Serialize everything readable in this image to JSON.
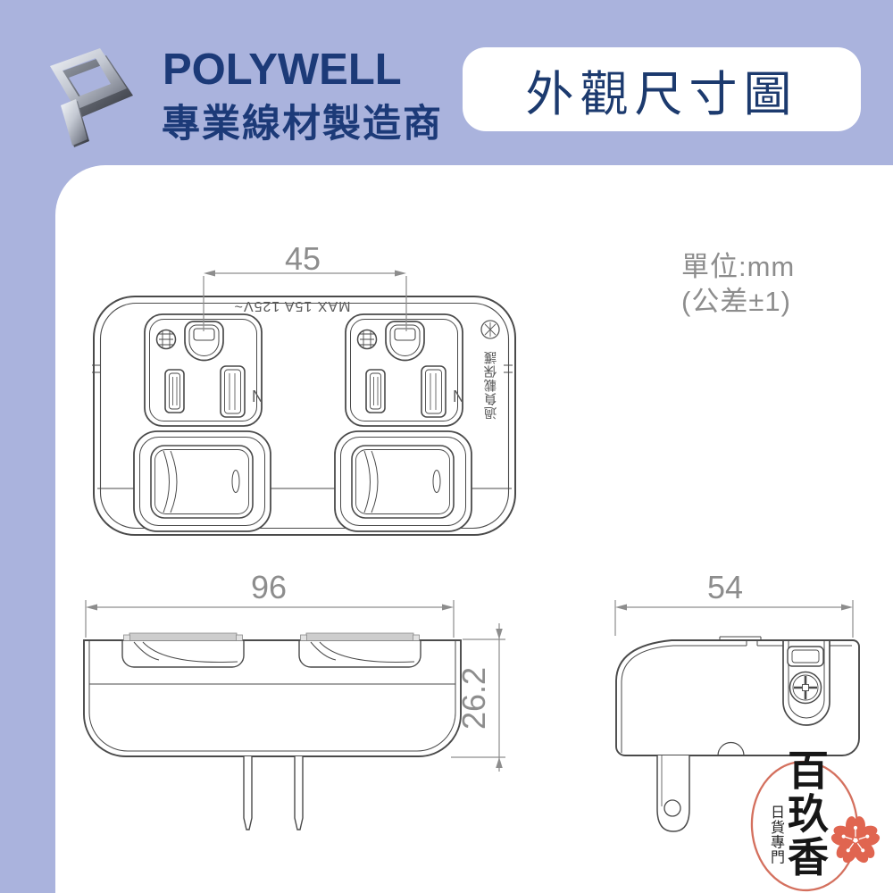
{
  "header": {
    "brand": "POLYWELL",
    "brand_subtitle": "專業線材製造商",
    "section_title": "外觀尺寸圖"
  },
  "drawing": {
    "unit_line1": "單位:mm",
    "unit_line2": "(公差±1)",
    "front_view": {
      "dim_outlet_spacing": "45",
      "rating_text": "MAX 15A 125V~",
      "neutral_label": "N",
      "side_marking": "過負載保護"
    },
    "bottom_view": {
      "dim_width": "96",
      "dim_height": "26.2"
    },
    "side_view": {
      "dim_depth": "54"
    }
  },
  "watermark": {
    "shop_name": "百玖香",
    "tagline": "日貨專門"
  },
  "colors": {
    "background": "#aab3dd",
    "brand_navy": "#1c3a78",
    "line_gray": "#4a4a4a",
    "dim_gray": "#8d8d8d",
    "stamp_red": "#d4705e",
    "flower_coral": "#e06550"
  }
}
